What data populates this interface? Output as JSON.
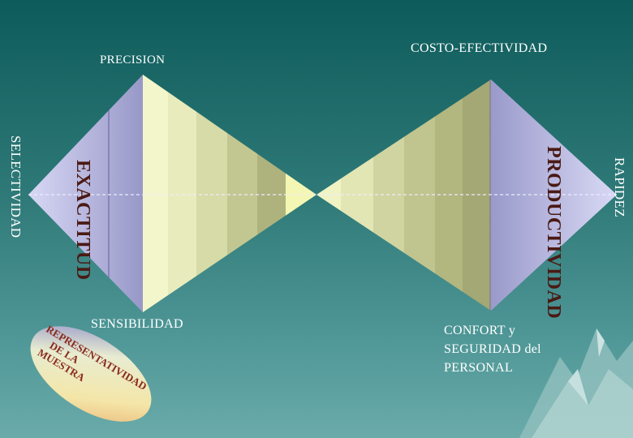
{
  "labels": {
    "precision": "PRECISION",
    "costo_efectividad": "COSTO-EFECTIVIDAD",
    "selectividad": "SELECTIVIDAD",
    "exactitud": "EXACTITUD",
    "productividad": "PRODUCTIVIDAD",
    "rapidez": "RAPIDEZ",
    "sensibilidad": "SENSIBILIDAD",
    "confort_lines": [
      "CONFORT y",
      "SEGURIDAD del",
      "PERSONAL"
    ],
    "representatividad_lines": [
      "REPRESENTATIVIDAD",
      "DE LA",
      "MUESTRA"
    ]
  },
  "colors": {
    "background_top": "#0d5b5b",
    "background_bottom": "#6aabaa",
    "tip_lavender": "#c8c8ee",
    "stripe_light": "#f2f5c8",
    "stripe_dark": "#a8a878",
    "label_dark": "#4a1a14",
    "dash_line": "#e8e8ff"
  }
}
